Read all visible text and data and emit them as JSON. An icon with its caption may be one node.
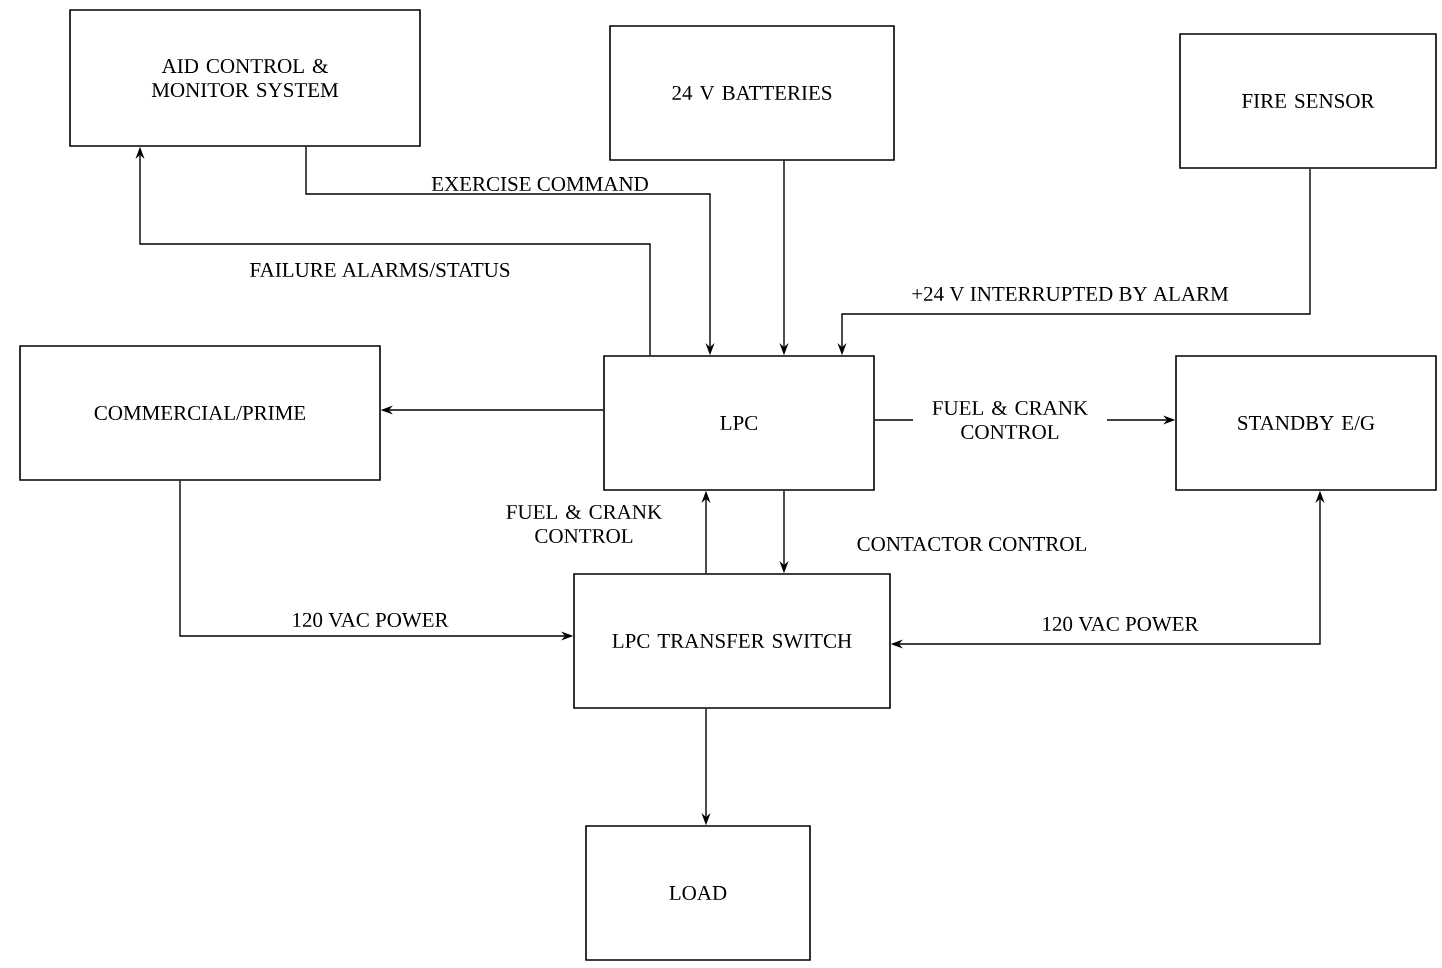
{
  "diagram": {
    "nodes": [
      {
        "text": [
          "AID CONTROL & MONITOR SYSTEM"
        ]
      },
      {
        "text": [
          "24 V BATTERIES"
        ]
      },
      {
        "text": [
          "FIRE SENSOR"
        ]
      },
      {
        "text": [
          "COMMERCIAL/PRIME"
        ]
      },
      {
        "text": [
          "LPC"
        ]
      },
      {
        "text": [
          "STANDBY E/G"
        ]
      },
      {
        "text": [
          "LPC TRANSFER SWITCH"
        ]
      },
      {
        "text": [
          "LOAD"
        ]
      }
    ],
    "edges": [
      {
        "from": 0,
        "to": 4,
        "arrow": "to",
        "label": "EXERCISE COMMAND"
      },
      {
        "from": 4,
        "to": 0,
        "arrow": "to",
        "label": "FAILURE ALARMS/STATUS"
      },
      {
        "from": 1,
        "to": 4,
        "arrow": "to"
      },
      {
        "from": 2,
        "to": 4,
        "arrow": "to",
        "label": "+24 V INTERRUPTED BY ALARM"
      },
      {
        "from": 4,
        "to": 3,
        "arrow": "to"
      },
      {
        "from": 4,
        "to": 5,
        "arrow": "to",
        "label": "FUEL & CRANK CONTROL"
      },
      {
        "from": 6,
        "to": 4,
        "arrow": "to",
        "label": "FUEL & CRANK CONTROL"
      },
      {
        "from": 4,
        "to": 6,
        "arrow": "to",
        "label": "CONTACTOR CONTROL"
      },
      {
        "from": 3,
        "to": 6,
        "arrow": "to",
        "label": "120 VAC POWER"
      },
      {
        "from": 5,
        "to": 6,
        "arrow": "both",
        "label": "120 VAC POWER"
      },
      {
        "from": 6,
        "to": 7,
        "arrow": "to"
      }
    ]
  }
}
